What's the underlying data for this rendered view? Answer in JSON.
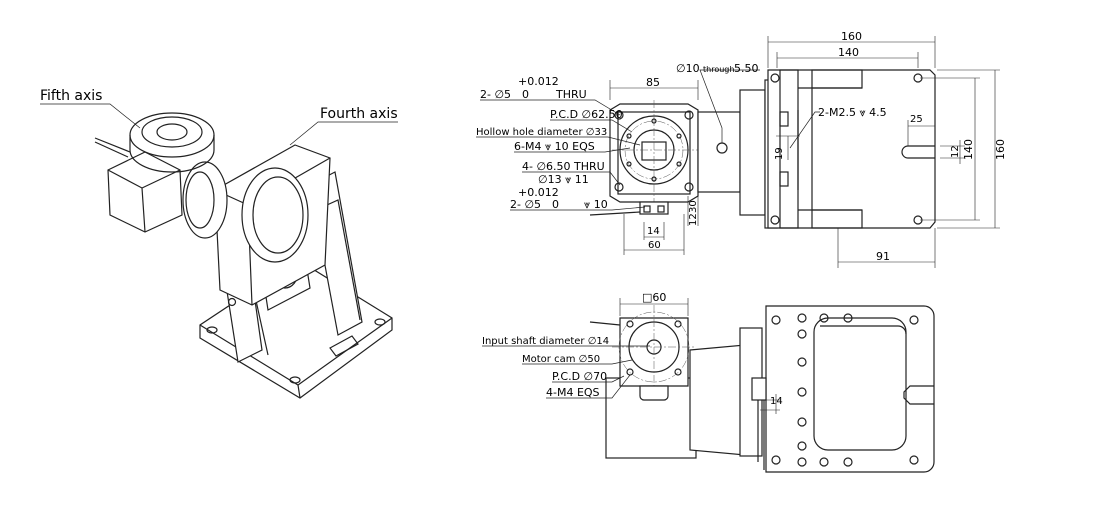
{
  "iso_view": {
    "labels": {
      "fifth_axis": "Fifth axis",
      "fourth_axis": "Fourth axis"
    }
  },
  "front_view": {
    "tolerance_1": {
      "upper": "+0.012",
      "lower": "0"
    },
    "callouts": {
      "hole_thru": "2- ∅5",
      "thru": "THRU",
      "pcd": "P.C.D ∅62.50",
      "hollow": "Hollow hole diameter ∅33",
      "tap": "6-M4 ⩔ 10 EQS",
      "thru_holes": "4- ∅6.50 THRU",
      "cbore": "∅13 ⩔ 11",
      "hole_2": "2- ∅5",
      "depth_2": "⩔ 10"
    },
    "tolerance_2": {
      "upper": "+0.012",
      "lower": "0"
    },
    "dims": {
      "width_85": "85",
      "w14": "14",
      "w60": "60",
      "h12": "12",
      "h30": "30"
    }
  },
  "side_view": {
    "through_prefix": "∅10",
    "through_word": "through",
    "through_value": "5.50",
    "thread": "2-M2.5 ⩔ 4.5",
    "dims": {
      "w160": "160",
      "w140": "140",
      "w25": "25",
      "h19": "19",
      "h12": "12",
      "h140": "140",
      "h160": "160",
      "w91": "91"
    }
  },
  "bottom_view": {
    "square": "□60",
    "callouts": {
      "input_shaft": "Input shaft diameter ∅14",
      "motor_cam": "Motor cam ∅50",
      "pcd70": "P.C.D ∅70",
      "m4": "4-M4 EQS"
    }
  },
  "plan_view": {
    "dims": {
      "w14": "14"
    }
  }
}
